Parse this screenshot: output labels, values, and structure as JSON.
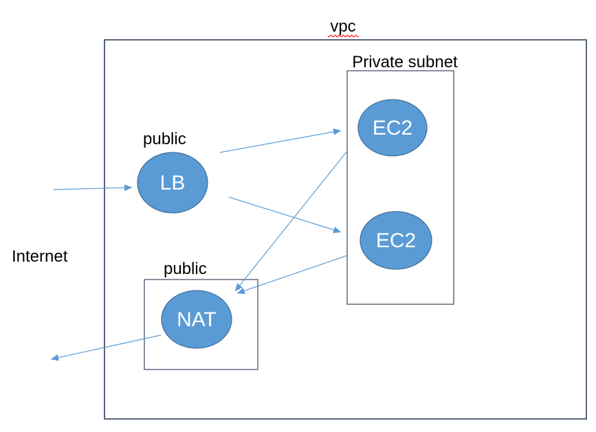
{
  "diagram": {
    "title": "vpc",
    "title_misspelled": true,
    "labels": {
      "vpc": "vpc",
      "private_subnet": "Private subnet",
      "public_lb": "public",
      "public_nat": "public",
      "internet": "Internet"
    },
    "nodes": {
      "lb": {
        "label": "LB"
      },
      "ec2_top": {
        "label": "EC2"
      },
      "ec2_bottom": {
        "label": "EC2"
      },
      "nat": {
        "label": "NAT"
      }
    },
    "edges": [
      {
        "from": "internet",
        "to": "lb"
      },
      {
        "from": "lb",
        "to": "ec2_top"
      },
      {
        "from": "lb",
        "to": "ec2_bottom"
      },
      {
        "from": "ec2_top",
        "to": "nat"
      },
      {
        "from": "ec2_bottom",
        "to": "nat"
      },
      {
        "from": "nat",
        "to": "internet"
      }
    ],
    "colors": {
      "node_fill": "#5b9bd5",
      "node_stroke": "#41719c",
      "box_stroke": "#44546a",
      "arrow": "#5b9bd5",
      "label_text": "#000000",
      "node_text": "#ffffff",
      "spellcheck_underline": "#ee1111",
      "background": "#ffffff"
    }
  }
}
